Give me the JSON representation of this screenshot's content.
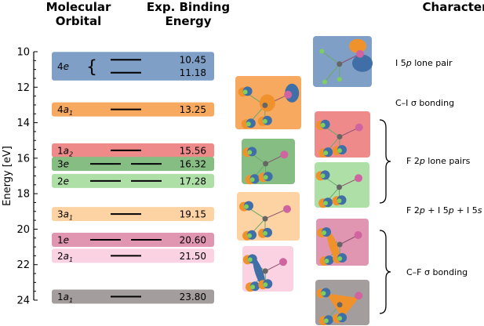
{
  "headers": {
    "orbital": [
      "Molecular",
      "Orbital"
    ],
    "energy": [
      "Exp. Binding",
      "Energy"
    ],
    "character": "Character"
  },
  "axis": {
    "label": "Energy [eV]",
    "ylim": [
      10,
      24
    ],
    "ticks": [
      "10",
      "12",
      "14",
      "16",
      "18",
      "20",
      "22",
      "24"
    ],
    "minor_step": 0.5
  },
  "orbitals": [
    {
      "name": "4e",
      "sym": "4",
      "let": "e",
      "sub": "",
      "energies": [
        "10.45",
        "11.18"
      ],
      "levels": [
        10.45,
        11.18
      ],
      "degenerate": 2,
      "split": true,
      "color": "#7f9fc6"
    },
    {
      "name": "4a1",
      "sym": "4",
      "let": "a",
      "sub": "1",
      "energies": [
        "13.25"
      ],
      "levels": [
        13.25
      ],
      "degenerate": 1,
      "color": "#f6a95f"
    },
    {
      "name": "1a2",
      "sym": "1",
      "let": "a",
      "sub": "2",
      "energies": [
        "15.56"
      ],
      "levels": [
        15.56
      ],
      "degenerate": 1,
      "color": "#ee8a8a"
    },
    {
      "name": "3e",
      "sym": "3",
      "let": "e",
      "sub": "",
      "energies": [
        "16.32"
      ],
      "levels": [
        16.32
      ],
      "degenerate": 2,
      "color": "#86bd82"
    },
    {
      "name": "2e",
      "sym": "2",
      "let": "e",
      "sub": "",
      "energies": [
        "17.28"
      ],
      "levels": [
        17.28
      ],
      "degenerate": 2,
      "color": "#addfa6"
    },
    {
      "name": "3a1",
      "sym": "3",
      "let": "a",
      "sub": "1",
      "energies": [
        "19.15"
      ],
      "levels": [
        19.15
      ],
      "degenerate": 1,
      "color": "#fdd3a4"
    },
    {
      "name": "1e",
      "sym": "1",
      "let": "e",
      "sub": "",
      "energies": [
        "20.60"
      ],
      "levels": [
        20.6
      ],
      "degenerate": 2,
      "color": "#e095b1"
    },
    {
      "name": "2a1",
      "sym": "2",
      "let": "a",
      "sub": "1",
      "energies": [
        "21.50"
      ],
      "levels": [
        21.5
      ],
      "degenerate": 1,
      "color": "#fbd2e1"
    },
    {
      "name": "1a1",
      "sym": "1",
      "let": "a",
      "sub": "1",
      "energies": [
        "23.80"
      ],
      "levels": [
        23.8
      ],
      "degenerate": 1,
      "color": "#a49d9d"
    }
  ],
  "characters": [
    {
      "parts": [
        [
          "I 5",
          false
        ],
        [
          "p",
          true
        ],
        [
          " lone pair",
          false
        ]
      ]
    },
    {
      "parts": [
        [
          "C–I σ bonding",
          false
        ]
      ]
    },
    {
      "parts": [
        [
          "F 2",
          false
        ],
        [
          "p",
          true
        ],
        [
          " lone pairs",
          false
        ]
      ]
    },
    {
      "parts": [
        [
          "F 2",
          false
        ],
        [
          "p",
          true
        ],
        [
          " + I 5",
          false
        ],
        [
          "p",
          true
        ],
        [
          " + I 5",
          false
        ],
        [
          "s",
          true
        ]
      ]
    },
    {
      "parts": [
        [
          "C–F σ bonding",
          false
        ]
      ]
    }
  ],
  "orbital_images": [
    {
      "orbital": "4e",
      "color": "#7f9fc6"
    },
    {
      "orbital": "4a1",
      "color": "#f6a95f"
    },
    {
      "orbital": "1a2",
      "color": "#ee8a8a"
    },
    {
      "orbital": "3e",
      "color": "#86bd82"
    },
    {
      "orbital": "2e",
      "color": "#addfa6"
    },
    {
      "orbital": "3a1",
      "color": "#fdd3a4"
    },
    {
      "orbital": "1e",
      "color": "#e095b1"
    },
    {
      "orbital": "2a1",
      "color": "#fbd2e1"
    },
    {
      "orbital": "1a1",
      "color": "#a49d9d"
    }
  ],
  "lobe_colors": {
    "positive": "#f0922c",
    "negative": "#3f6fa6",
    "iodine": "#d064a0",
    "fluorine": "#7fcf5f",
    "carbon": "#666666"
  }
}
